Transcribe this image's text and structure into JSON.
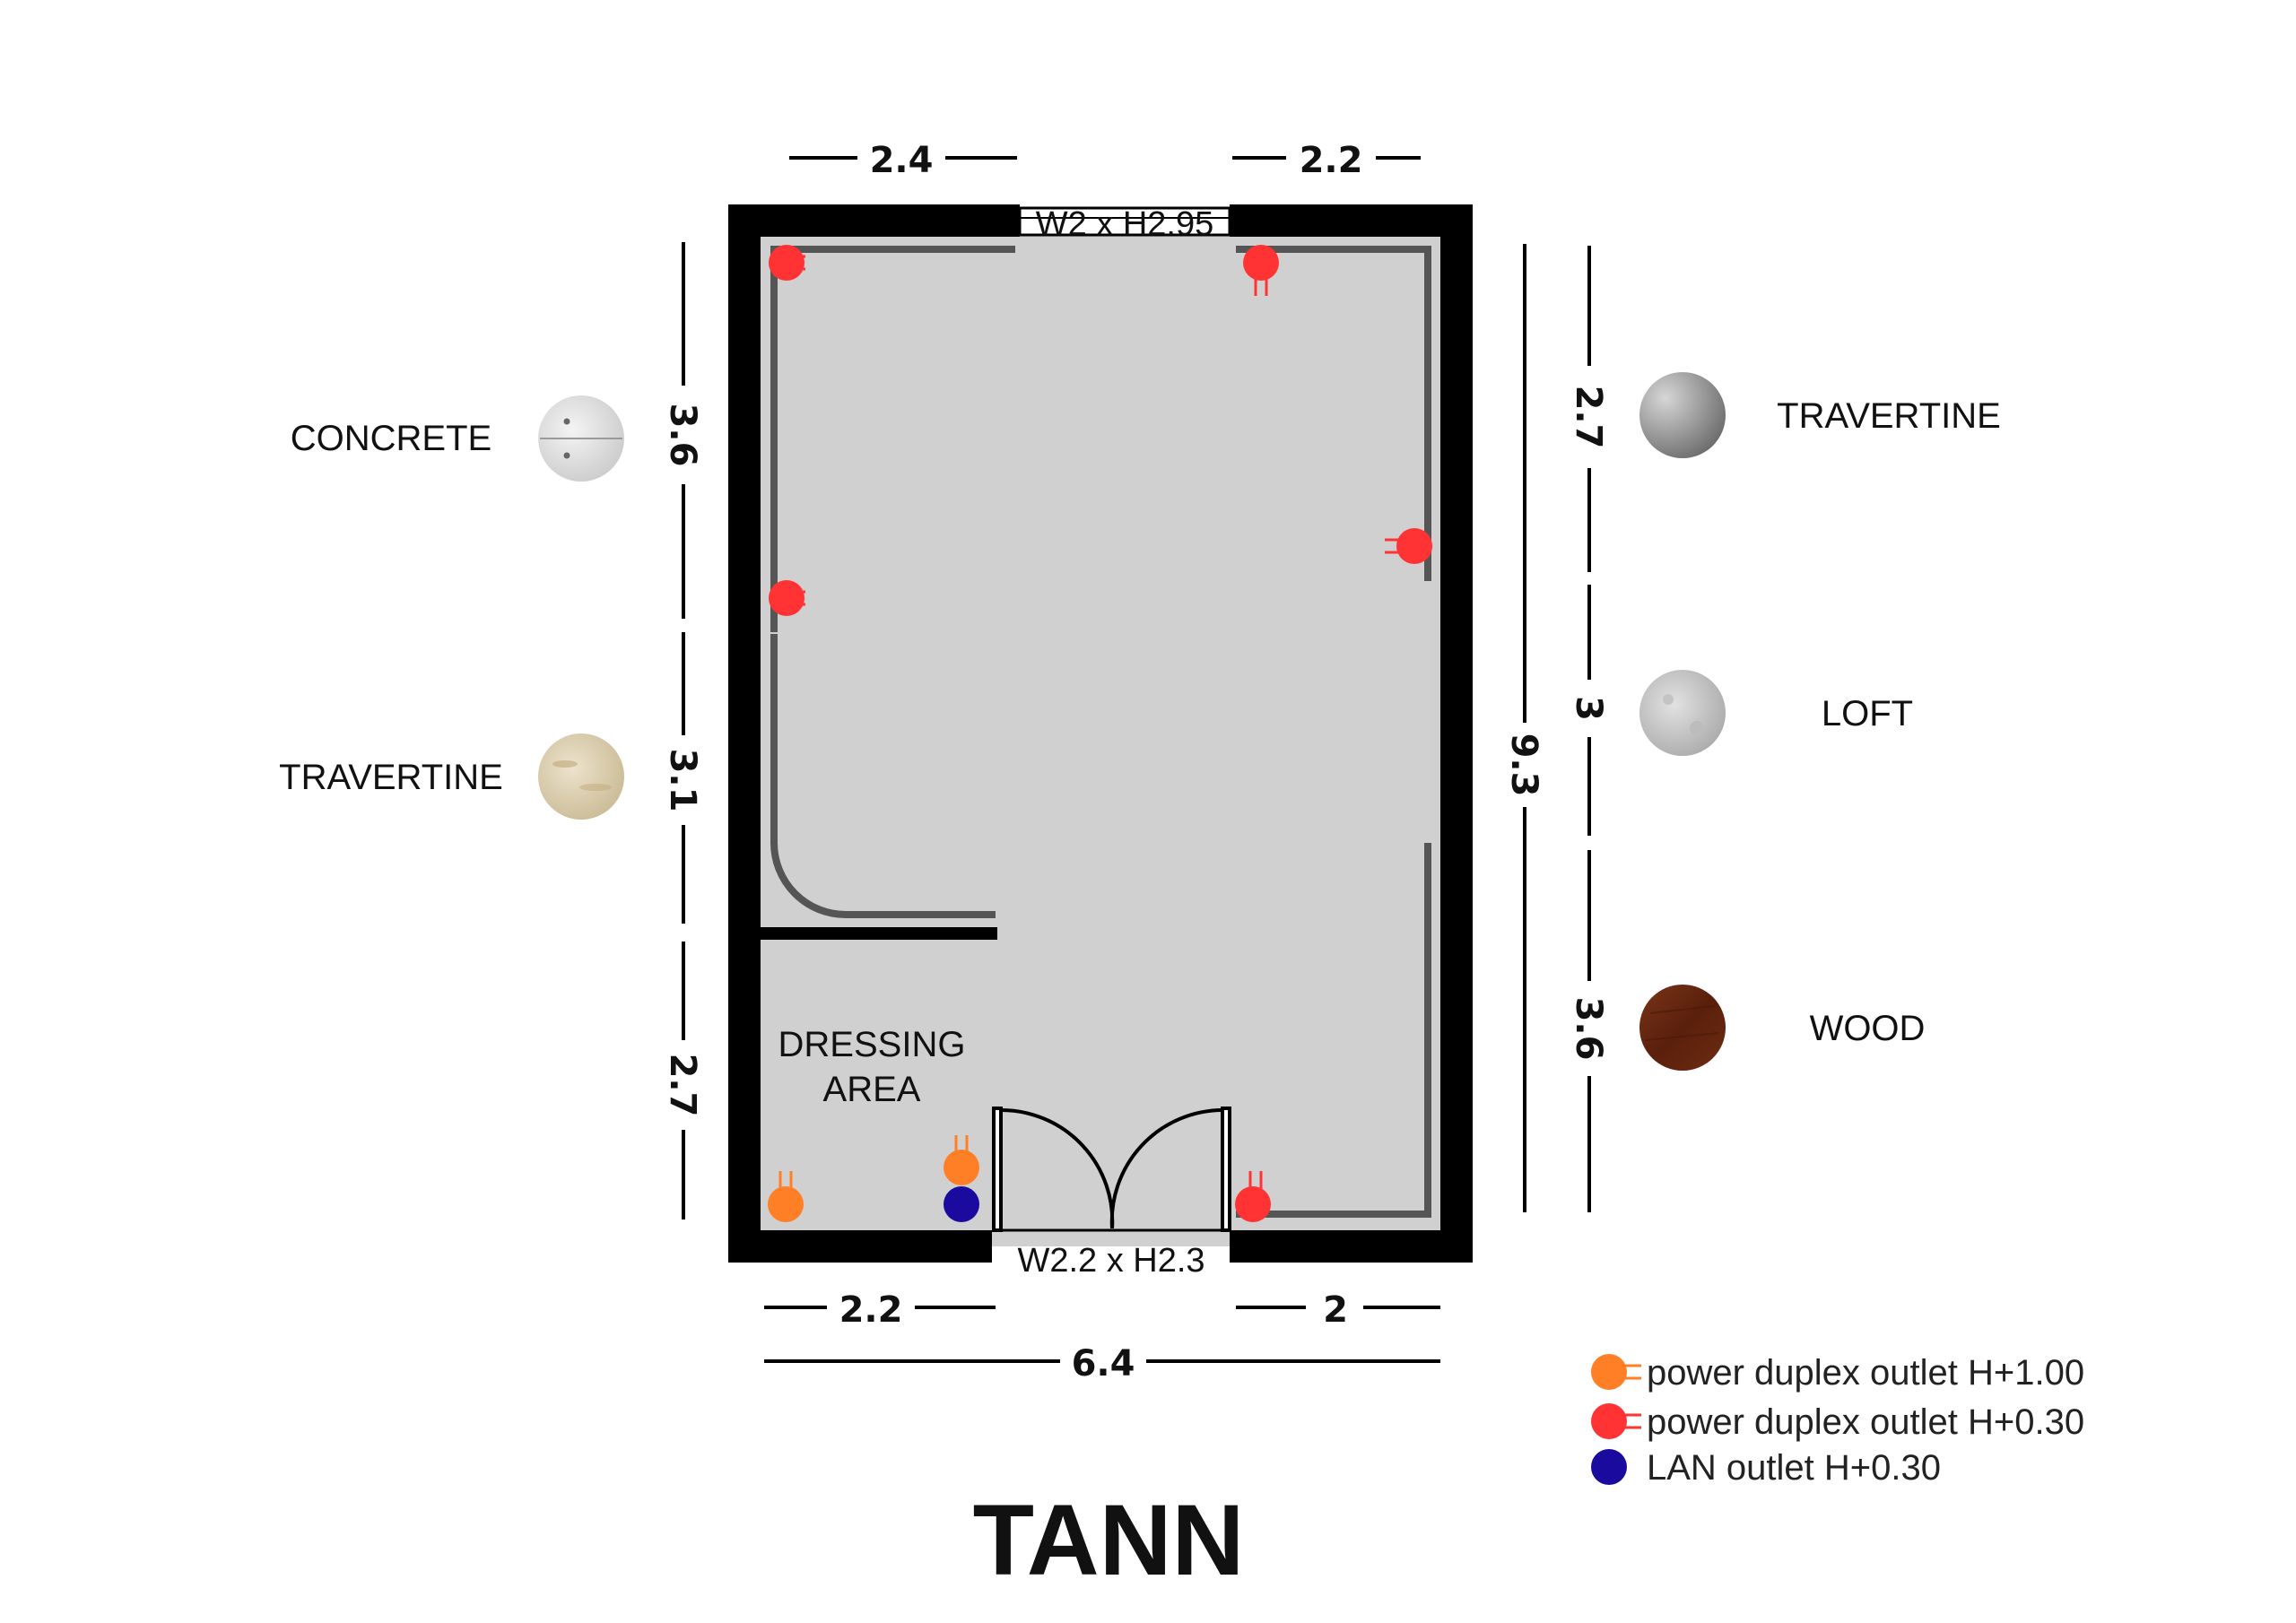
{
  "title": "TANN",
  "openings": {
    "window": "W2 x H2.95",
    "door": "W2.2 x H2.3"
  },
  "room_label": [
    "DRESSING",
    "AREA"
  ],
  "dimensions": {
    "top_left": "2.4",
    "top_right": "2.2",
    "bottom_left": "2.2",
    "bottom_right": "2",
    "bottom_total": "6.4",
    "left_upper": "3.6",
    "left_middle": "3.1",
    "left_lower": "2.7",
    "right_total": "9.3",
    "right_upper": "2.7",
    "right_middle": "3",
    "right_lower": "3.6"
  },
  "materials": {
    "left": [
      {
        "label": "CONCRETE",
        "swatch": "concrete"
      },
      {
        "label": "TRAVERTINE",
        "swatch": "travertine-beige"
      }
    ],
    "right": [
      {
        "label": "TRAVERTINE",
        "swatch": "travertine-grey"
      },
      {
        "label": "LOFT",
        "swatch": "loft"
      },
      {
        "label": "WOOD",
        "swatch": "wood"
      }
    ]
  },
  "legend": [
    {
      "label": "power duplex outlet H+1.00",
      "color": "#ff7f27",
      "icon": "power-outlet-icon"
    },
    {
      "label": "power duplex outlet H+0.30",
      "color": "#ff3333",
      "icon": "power-outlet-icon"
    },
    {
      "label": "LAN outlet H+0.30",
      "color": "#1a0a9e",
      "icon": "lan-outlet-icon"
    }
  ],
  "colors": {
    "wall": "#000000",
    "floor": "#d0d0d0",
    "finish_line": "#555555",
    "outlet_low": "#ff3333",
    "outlet_high": "#ff7f27",
    "lan": "#1a0a9e"
  }
}
